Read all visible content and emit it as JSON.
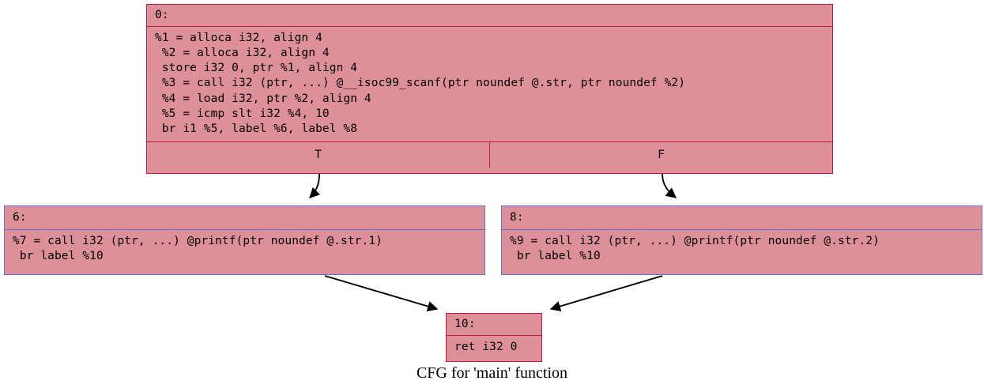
{
  "graph": {
    "caption": "CFG for 'main' function",
    "colors": {
      "node_fill": "#dd9098",
      "entry_border": "#c21a3c",
      "branch_border": "#6a6ed0",
      "edge": "#000000",
      "text": "#000000",
      "background": "#ffffff"
    }
  },
  "nodes": {
    "entry": {
      "label": "0:",
      "code": "%1 = alloca i32, align 4\n %2 = alloca i32, align 4\n store i32 0, ptr %1, align 4\n %3 = call i32 (ptr, ...) @__isoc99_scanf(ptr noundef @.str, ptr noundef %2)\n %4 = load i32, ptr %2, align 4\n %5 = icmp slt i32 %4, 10\n br i1 %5, label %6, label %8",
      "ports": [
        {
          "name": "true-port",
          "label": "T"
        },
        {
          "name": "false-port",
          "label": "F"
        }
      ]
    },
    "true_branch": {
      "label": "6:",
      "code": "%7 = call i32 (ptr, ...) @printf(ptr noundef @.str.1)\n br label %10"
    },
    "false_branch": {
      "label": "8:",
      "code": "%9 = call i32 (ptr, ...) @printf(ptr noundef @.str.2)\n br label %10"
    },
    "exit": {
      "label": "10:",
      "code": "ret i32 0"
    }
  },
  "edges": [
    {
      "name": "edge-entry-true",
      "from": "entry:T",
      "to": "6",
      "style": "curved"
    },
    {
      "name": "edge-entry-false",
      "from": "entry:F",
      "to": "8",
      "style": "curved"
    },
    {
      "name": "edge-true-exit",
      "from": "6",
      "to": "10",
      "style": "straight"
    },
    {
      "name": "edge-false-exit",
      "from": "8",
      "to": "10",
      "style": "straight"
    }
  ]
}
